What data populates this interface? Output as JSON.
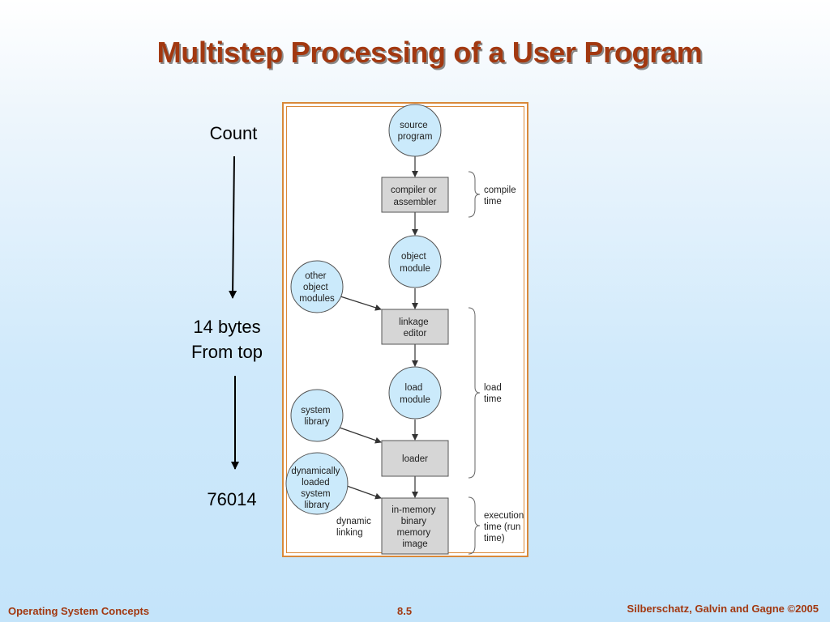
{
  "slide": {
    "title": "Multistep Processing of a User Program",
    "count_label": "Count",
    "offset_line1": "14 bytes",
    "offset_line2": "From top",
    "value_label": "76014"
  },
  "diagram": {
    "source": [
      "source",
      "program"
    ],
    "compiler": [
      "compiler or",
      "assembler"
    ],
    "object_module": [
      "object",
      "module"
    ],
    "other_modules": [
      "other",
      "object",
      "modules"
    ],
    "linkage_editor": [
      "linkage",
      "editor"
    ],
    "load_module": [
      "load",
      "module"
    ],
    "system_library": [
      "system",
      "library"
    ],
    "loader": [
      "loader"
    ],
    "dyn_library": [
      "dynamically",
      "loaded",
      "system",
      "library"
    ],
    "in_memory": [
      "in-memory",
      "binary",
      "memory",
      "image"
    ],
    "dynamic_linking": [
      "dynamic",
      "linking"
    ],
    "compile_time": [
      "compile",
      "time"
    ],
    "load_time": [
      "load",
      "time"
    ],
    "execution_time": [
      "execution",
      "time (run",
      "time)"
    ]
  },
  "footer": {
    "left": "Operating System Concepts",
    "center": "8.5",
    "right": "Silberschatz, Galvin and Gagne ©2005"
  }
}
